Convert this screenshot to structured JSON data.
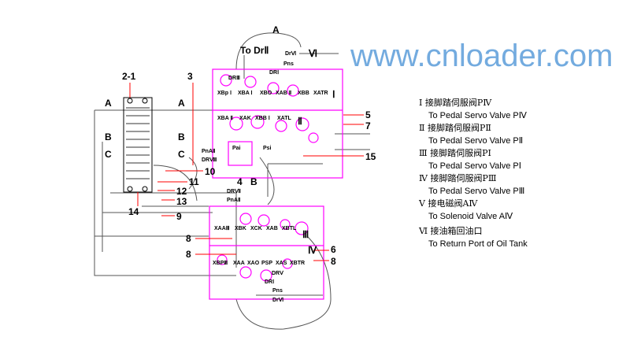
{
  "diagram": {
    "top_labels": {
      "a": "A",
      "to_dr2": "To DrⅡ",
      "six": "Ⅵ",
      "drvi": "DrⅥ",
      "pns": "Pns",
      "dr1": "DRⅠ"
    },
    "upper_valve": {
      "ports": [
        "DRⅢ",
        "XBp Ⅰ",
        "XBA Ⅰ",
        "XBO",
        "XAB Ⅱ",
        "XBB",
        "XATR",
        "XBA Ⅱ",
        "XAK",
        "XBB Ⅰ",
        "XATL",
        "Pai",
        "Psi"
      ],
      "roman_1": "Ⅰ",
      "roman_2": "Ⅱ"
    },
    "manifold": {
      "id": "2-1",
      "letters": [
        "A",
        "A",
        "B",
        "B",
        "C",
        "C"
      ],
      "bottom": "14"
    },
    "callouts": [
      "3",
      "5",
      "7",
      "15",
      "10",
      "11",
      "4",
      "B",
      "12",
      "13",
      "9",
      "8",
      "8",
      "6",
      "8"
    ],
    "side_ports": {
      "pna2": "PnAⅡ",
      "dr8": "DRⅧ",
      "dr7": "DRⅦ",
      "pna2b": "PnAⅡ"
    },
    "lower_valve": {
      "ports": [
        "XAAⅢ",
        "XBK",
        "XCK",
        "XAB",
        "XBTL",
        "XBPⅢ",
        "XAA",
        "XAO",
        "PSP",
        "XAS",
        "XBTR"
      ],
      "roman_3": "Ⅲ",
      "roman_4": "Ⅳ",
      "dr5": "DRⅤ",
      "dr1": "DRⅠ",
      "pns": "Pns",
      "dr6": "DrⅥ"
    }
  },
  "legend": [
    {
      "zh": "Ⅰ 接脚踏伺服阀PⅣ",
      "en": "To Pedal Servo Valve PⅣ"
    },
    {
      "zh": "Ⅱ 接脚踏伺服阀PⅡ",
      "en": "To Pedal Servo Valve PⅡ"
    },
    {
      "zh": "Ⅲ 接脚踏伺服阀PⅠ",
      "en": "To Pedal Servo Valve PⅠ"
    },
    {
      "zh": "Ⅳ 接脚踏伺服阀PⅢ",
      "en": "To Pedal Servo Valve PⅢ"
    },
    {
      "zh": "Ⅴ 接电磁阀AⅣ",
      "en": "To Solenoid Valve AⅣ"
    },
    {
      "zh": "Ⅵ 接油箱回油口",
      "en": "To Return Port of Oil Tank"
    }
  ],
  "watermark": "www.cnloader.com",
  "colors": {
    "valve": "#ff00ff",
    "leader": "#ff0000",
    "watermark": "#5096d7"
  }
}
